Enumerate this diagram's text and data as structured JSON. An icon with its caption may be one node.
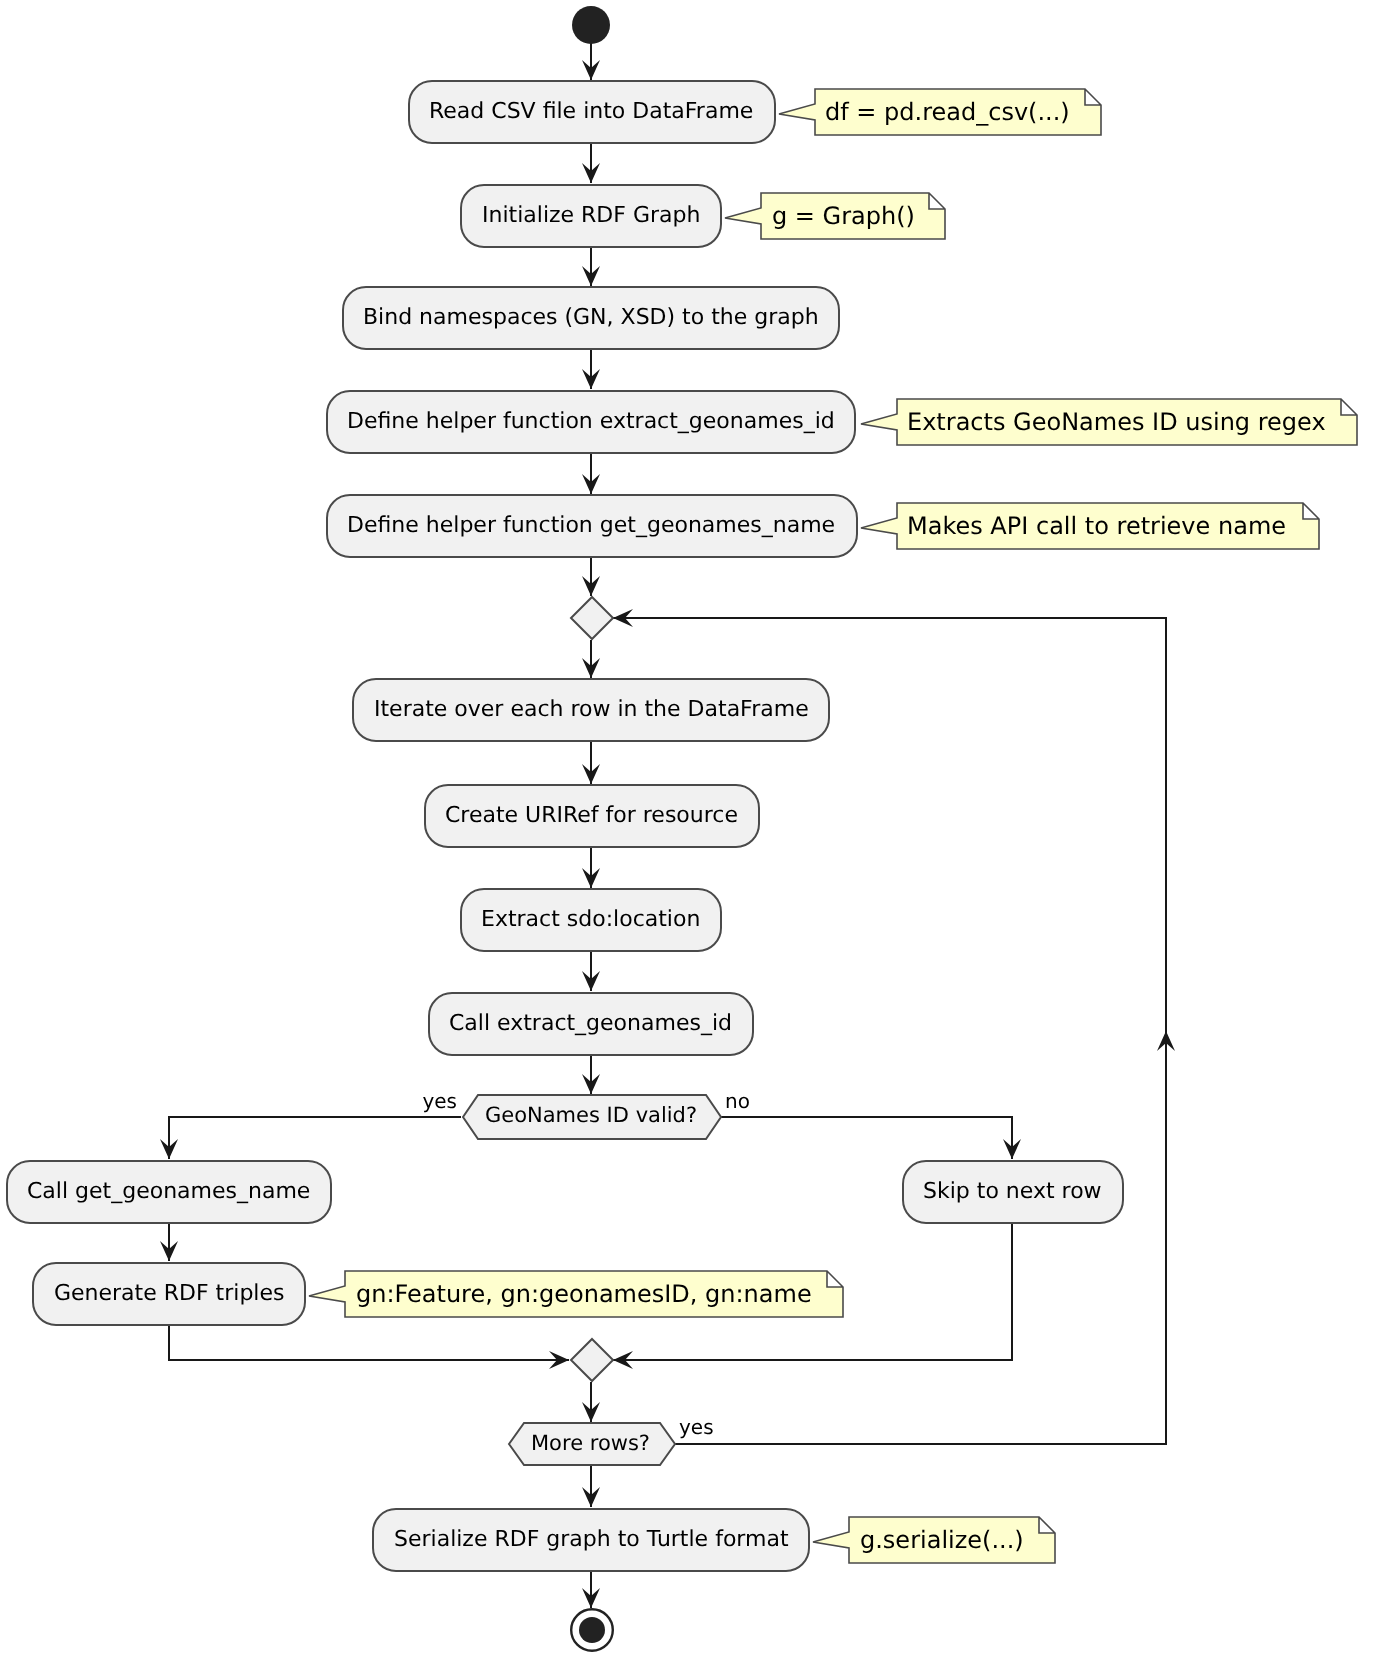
{
  "diagram": {
    "nodes": [
      {
        "text": [],
        "shape": "circle"
      },
      {
        "text": [
          "Read CSV file into DataFrame"
        ]
      },
      {
        "text": [
          "df = pd.read_csv(...)"
        ]
      },
      {
        "text": [
          "Initialize RDF Graph"
        ]
      },
      {
        "text": [
          "g = Graph()"
        ]
      },
      {
        "text": [
          "Bind namespaces (GN, XSD) to the graph"
        ]
      },
      {
        "text": [
          "Define helper function extract_geonames_id"
        ]
      },
      {
        "text": [
          "Extracts GeoNames ID using regex"
        ]
      },
      {
        "text": [
          "Define helper function get_geonames_name"
        ]
      },
      {
        "text": [
          "Makes API call to retrieve name"
        ]
      },
      {
        "text": [],
        "shape": "diamond"
      },
      {
        "text": [
          "Iterate over each row in the DataFrame"
        ]
      },
      {
        "text": [
          "Create URIRef for resource"
        ]
      },
      {
        "text": [
          "Extract sdo:location"
        ]
      },
      {
        "text": [
          "Call extract_geonames_id"
        ]
      },
      {
        "text": [
          "GeoNames ID valid?"
        ]
      },
      {
        "text": [
          "Call get_geonames_name"
        ]
      },
      {
        "text": [
          "Skip to next row"
        ]
      },
      {
        "text": [
          "Generate RDF triples"
        ]
      },
      {
        "text": [
          "gn:Feature, gn:geonamesID, gn:name"
        ]
      },
      {
        "text": [],
        "shape": "diamond"
      },
      {
        "text": [
          "More rows?"
        ]
      },
      {
        "text": [
          "Serialize RDF graph to Turtle format"
        ]
      },
      {
        "text": [
          "g.serialize(...)"
        ]
      },
      {
        "text": [],
        "shape": "circle"
      }
    ],
    "edges": [
      {
        "from": 0,
        "to": 1,
        "arrow": "to"
      },
      {
        "from": 1,
        "to": 3,
        "arrow": "to"
      },
      {
        "from": 3,
        "to": 5,
        "arrow": "to"
      },
      {
        "from": 5,
        "to": 6,
        "arrow": "to"
      },
      {
        "from": 6,
        "to": 8,
        "arrow": "to"
      },
      {
        "from": 8,
        "to": 10,
        "arrow": "to"
      },
      {
        "from": 10,
        "to": 11,
        "arrow": "to"
      },
      {
        "from": 11,
        "to": 12,
        "arrow": "to"
      },
      {
        "from": 12,
        "to": 13,
        "arrow": "to"
      },
      {
        "from": 13,
        "to": 14,
        "arrow": "to"
      },
      {
        "from": 14,
        "to": 15,
        "arrow": "to"
      },
      {
        "from": 15,
        "to": 16,
        "arrow": "to",
        "label": "yes"
      },
      {
        "from": 15,
        "to": 17,
        "arrow": "to",
        "label": "no"
      },
      {
        "from": 16,
        "to": 18,
        "arrow": "to"
      },
      {
        "from": 18,
        "to": 20,
        "arrow": "to"
      },
      {
        "from": 17,
        "to": 20,
        "arrow": "to"
      },
      {
        "from": 20,
        "to": 21,
        "arrow": "to"
      },
      {
        "from": 21,
        "to": 10,
        "arrow": "to",
        "label": "yes"
      },
      {
        "from": 21,
        "to": 22,
        "arrow": "to"
      },
      {
        "from": 22,
        "to": 24,
        "arrow": "to"
      }
    ]
  }
}
